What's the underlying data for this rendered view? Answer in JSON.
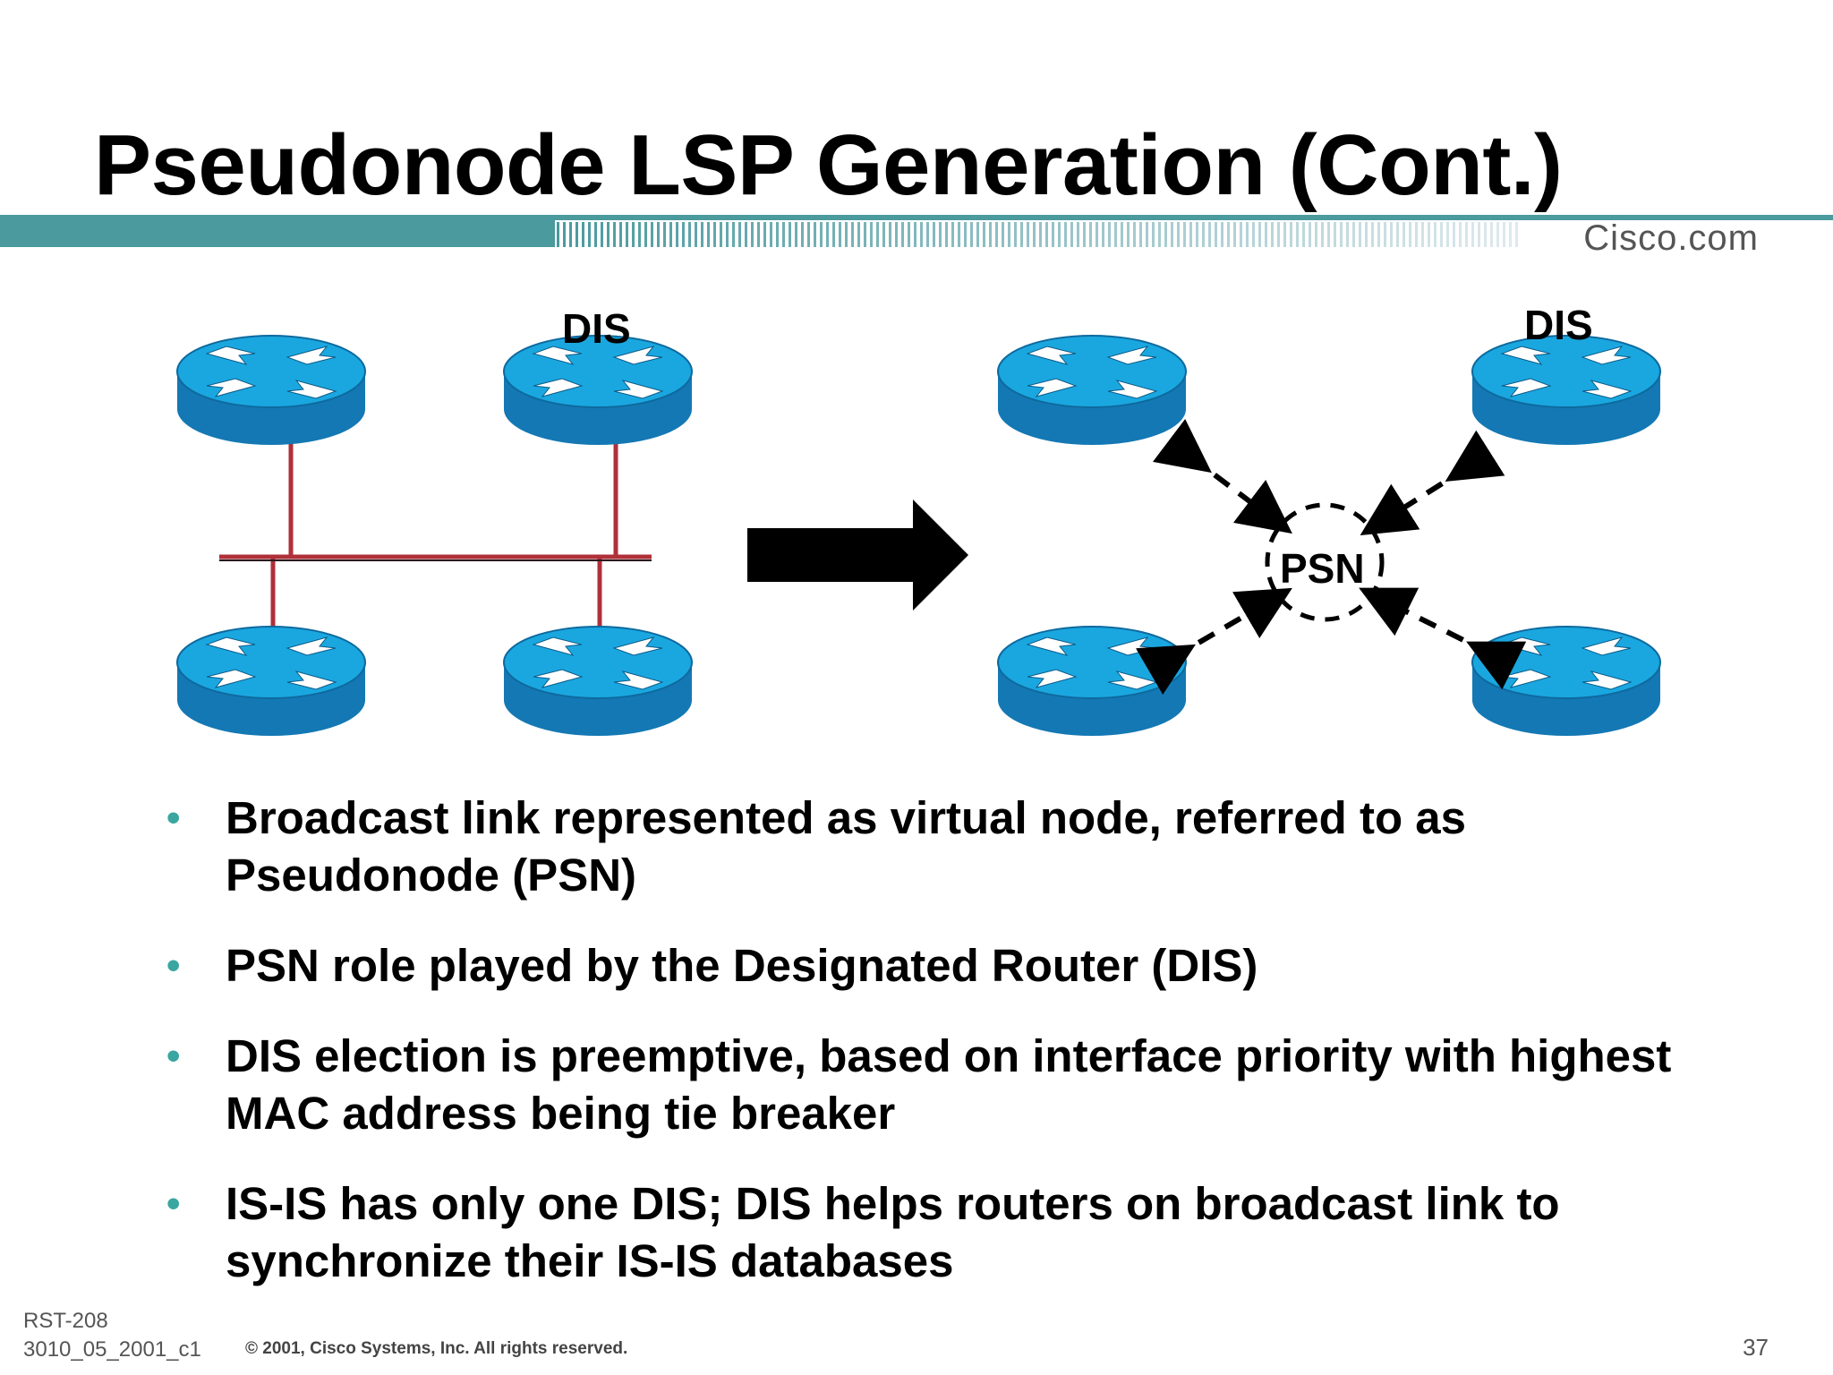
{
  "slide": {
    "title": "Pseudonode LSP Generation (Cont.)",
    "brand": "Cisco.com"
  },
  "diagram": {
    "left_label": "DIS",
    "right_label": "DIS",
    "psn_label": "PSN"
  },
  "bullets": [
    "Broadcast link represented as virtual node, referred to as Pseudonode (PSN)",
    "PSN role played by the Designated Router (DIS)",
    "DIS election is preemptive, based on interface priority with highest MAC address being tie breaker",
    "IS-IS has only one DIS; DIS helps routers on broadcast link to synchronize their IS-IS databases"
  ],
  "bullet_symbol": "•",
  "footer": {
    "code1": "RST-208",
    "code2": "3010_05_2001_c1",
    "copyright": "© 2001, Cisco Systems, Inc. All rights reserved.",
    "page": "37"
  },
  "colors": {
    "router_top": "#1aa7e0",
    "router_side": "#1478b4",
    "link": "#b0303a",
    "accent_bar": "#4a9a9e",
    "bullet": "#3aa6a0"
  }
}
